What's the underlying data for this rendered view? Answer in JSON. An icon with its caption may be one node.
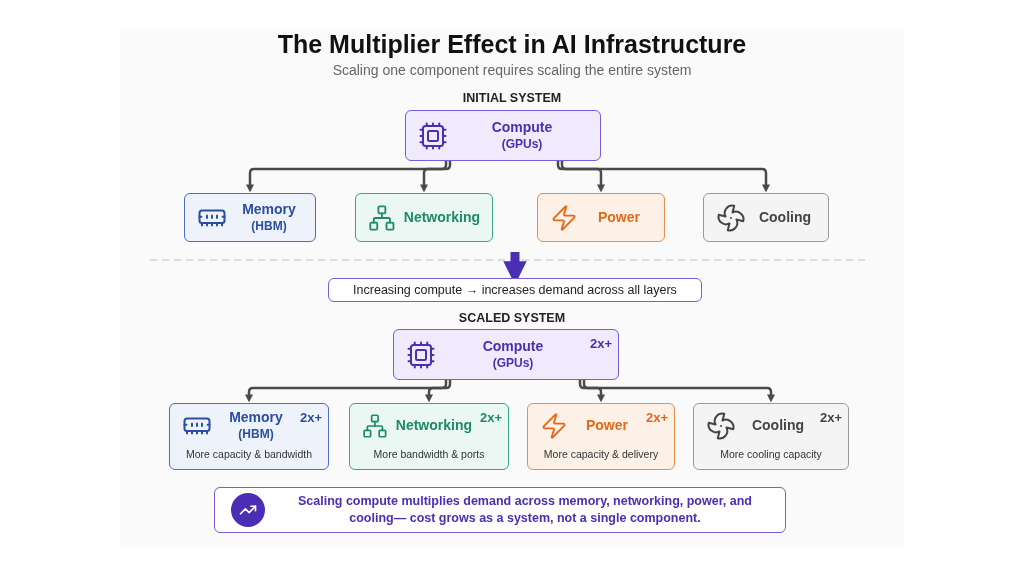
{
  "diagram": {
    "title": "The Multiplier Effect in AI Infrastructure",
    "nodes": [
      {
        "text": [
          "Compute",
          "(GPUs)"
        ]
      },
      {
        "text": [
          "Memory",
          "(HBM)"
        ]
      },
      {
        "text": [
          "Networking"
        ]
      },
      {
        "text": [
          "Power"
        ]
      },
      {
        "text": [
          "Cooling"
        ]
      },
      {
        "text": [
          "Increasing compute → increases demand across all layers"
        ]
      },
      {
        "text": [
          "Compute",
          "(GPUs)",
          "2x+"
        ]
      },
      {
        "text": [
          "Memory",
          "(HBM)",
          "2x+",
          "More capacity & bandwidth"
        ]
      },
      {
        "text": [
          "Networking",
          "2x+",
          "More bandwidth & ports"
        ]
      },
      {
        "text": [
          "Power",
          "2x+",
          "More capacity & delivery"
        ]
      },
      {
        "text": [
          "Cooling",
          "2x+",
          "More cooling capacity"
        ]
      },
      {
        "text": [
          "Scaling compute multiplies demand across memory, networking, power, and cooling— cost grows as a system, not a single component."
        ]
      }
    ],
    "edges": [
      {
        "from": 0,
        "to": 1,
        "arrow": "to"
      },
      {
        "from": 0,
        "to": 2,
        "arrow": "to"
      },
      {
        "from": 0,
        "to": 3,
        "arrow": "to"
      },
      {
        "from": 0,
        "to": 4,
        "arrow": "to"
      },
      {
        "from": null,
        "to": 5,
        "arrow": "to",
        "style": "thick",
        "color": "#4a2fb5"
      },
      {
        "from": 6,
        "to": 7,
        "arrow": "to"
      },
      {
        "from": 6,
        "to": 8,
        "arrow": "to"
      },
      {
        "from": 6,
        "to": 9,
        "arrow": "to"
      },
      {
        "from": 6,
        "to": 10,
        "arrow": "to"
      }
    ],
    "labels": [
      "Scaling one component requires scaling the entire system",
      "INITIAL SYSTEM",
      "SCALED SYSTEM"
    ]
  }
}
